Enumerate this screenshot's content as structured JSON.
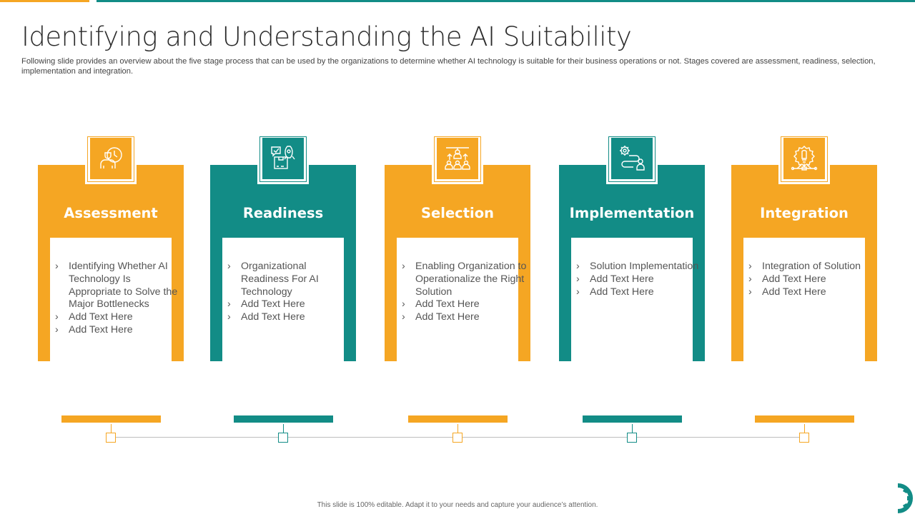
{
  "colors": {
    "orange": "#F5A623",
    "teal": "#128C86",
    "text": "#555555",
    "title": "#2b2b2b"
  },
  "header": {
    "title": "Identifying and Understanding the AI Suitability",
    "subtitle": "Following slide provides an overview about the five stage process that can be used by the organizations to determine whether AI technology is suitable for their business operations or not. Stages covered are assessment, readiness, selection, implementation and integration."
  },
  "stages": [
    {
      "heading": "Assessment",
      "icon": "person-clock-icon",
      "color": "orange",
      "bullets": [
        "Identifying Whether AI Technology Is Appropriate to Solve the Major Bottlenecks",
        "Add Text Here",
        "Add Text Here"
      ]
    },
    {
      "heading": "Readiness",
      "icon": "rocket-package-icon",
      "color": "teal",
      "bullets": [
        "Organizational Readiness For AI Technology",
        "Add Text Here",
        "Add Text Here"
      ]
    },
    {
      "heading": "Selection",
      "icon": "candidate-selection-icon",
      "color": "orange",
      "bullets": [
        "Enabling Organization to Operationalize the Right Solution",
        "Add Text Here",
        "Add Text Here"
      ]
    },
    {
      "heading": "Implementation",
      "icon": "gear-path-person-icon",
      "color": "teal",
      "bullets": [
        "Solution Implementation",
        "Add Text Here",
        "Add Text Here"
      ]
    },
    {
      "heading": "Integration",
      "icon": "gear-bulb-integration-icon",
      "color": "orange",
      "bullets": [
        "Integration of Solution",
        "Add Text Here",
        "Add Text Here"
      ]
    }
  ],
  "footer": {
    "note": "This slide is 100% editable.  Adapt it to your needs and capture your audience’s attention."
  }
}
